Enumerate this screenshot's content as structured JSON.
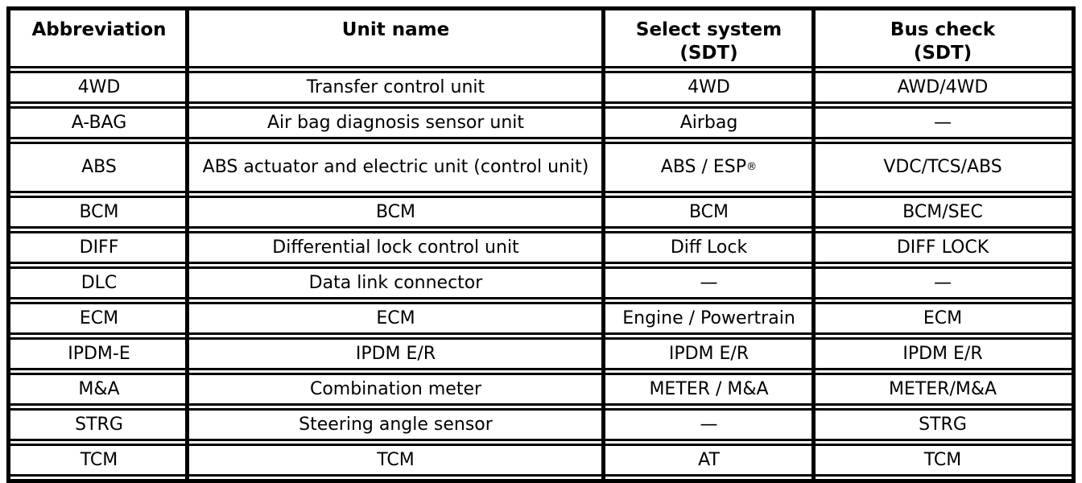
{
  "page": {
    "background_color": "#ffffff",
    "border_color": "#000000"
  },
  "table": {
    "headers": {
      "abbreviation": "Abbreviation",
      "unit_name": "Unit name",
      "select_system_line1": "Select system",
      "select_system_line2": "(SDT)",
      "bus_check_line1": "Bus check",
      "bus_check_line2": "(SDT)"
    },
    "rows": [
      {
        "abbr": "4WD",
        "unit": "Transfer control unit",
        "select": "4WD",
        "bus": "AWD/4WD"
      },
      {
        "abbr": "A-BAG",
        "unit": "Air bag diagnosis sensor unit",
        "select": "Airbag",
        "bus": "—"
      },
      {
        "abbr": "ABS",
        "unit": "ABS actuator and electric unit (control unit)",
        "select": "ABS / ESP",
        "select_sup": "®",
        "bus": "VDC/TCS/ABS"
      },
      {
        "abbr": "BCM",
        "unit": "BCM",
        "select": "BCM",
        "bus": "BCM/SEC"
      },
      {
        "abbr": "DIFF",
        "unit": "Differential lock control unit",
        "select": "Diff Lock",
        "bus": "DIFF LOCK"
      },
      {
        "abbr": "DLC",
        "unit": "Data link connector",
        "select": "—",
        "bus": "—"
      },
      {
        "abbr": "ECM",
        "unit": "ECM",
        "select": "Engine / Powertrain",
        "bus": "ECM"
      },
      {
        "abbr": "IPDM-E",
        "unit": "IPDM E/R",
        "select": "IPDM E/R",
        "bus": "IPDM E/R"
      },
      {
        "abbr": "M&A",
        "unit": "Combination meter",
        "select": "METER / M&A",
        "bus": "METER/M&A"
      },
      {
        "abbr": "STRG",
        "unit": "Steering angle sensor",
        "select": "—",
        "bus": "STRG"
      },
      {
        "abbr": "TCM",
        "unit": "TCM",
        "select": "AT",
        "bus": "TCM"
      }
    ]
  }
}
